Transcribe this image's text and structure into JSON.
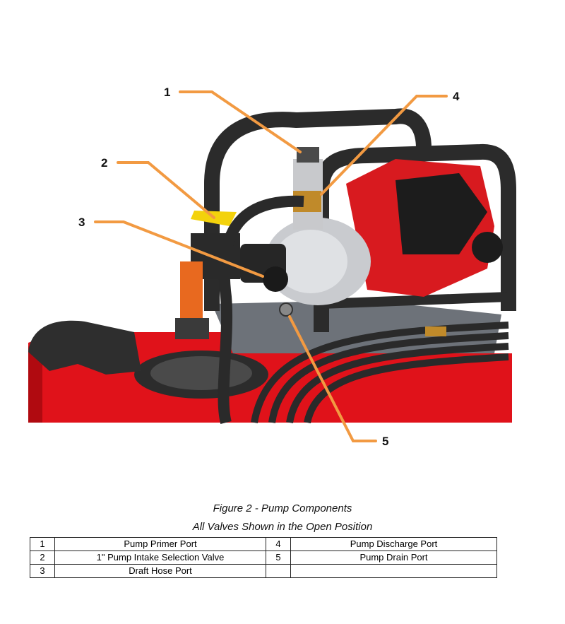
{
  "figure": {
    "callouts": [
      {
        "number": "1"
      },
      {
        "number": "2"
      },
      {
        "number": "3"
      },
      {
        "number": "4"
      },
      {
        "number": "5"
      }
    ],
    "leader_color": "#f29a42"
  },
  "caption": {
    "title": "Figure 2 - Pump Components",
    "subtitle": "All Valves Shown in the Open Position"
  },
  "legend": {
    "rows": [
      {
        "n1": "1",
        "d1": "Pump Primer Port",
        "n2": "4",
        "d2": "Pump Discharge Port"
      },
      {
        "n1": "2",
        "d1": "1\" Pump Intake Selection Valve",
        "n2": "5",
        "d2": "Pump Drain Port"
      },
      {
        "n1": "3",
        "d1": "Draft Hose Port",
        "n2": "",
        "d2": ""
      }
    ]
  }
}
